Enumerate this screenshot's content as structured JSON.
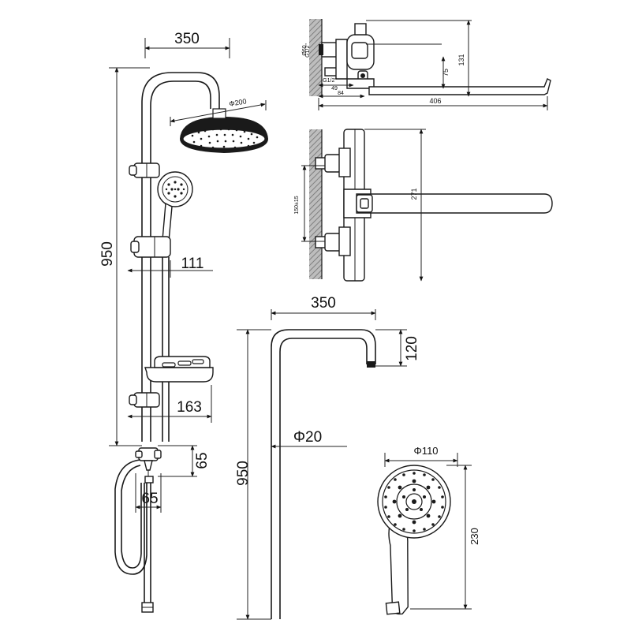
{
  "dims": {
    "a_top_width": "350",
    "a_height": "950",
    "a_headshower": "Φ200",
    "a_slider": "111",
    "a_soapdish": "163",
    "a_div_v": "65",
    "a_div_h": "65",
    "b_faucet_h1": "131",
    "b_faucet_h2": "75",
    "b_faucet_len": "406",
    "b_faucet_84": "84",
    "b_faucet_49": "49",
    "b_faucet_thread1": "G1/2\"",
    "b_faucet_thread2": "G1/2\"",
    "b_faucet_60": "Ø60",
    "c_front_271": "271",
    "c_front_150": "150±15",
    "d_pipe_width": "350",
    "d_pipe_drop": "120",
    "d_pipe_height": "950",
    "d_pipe_dia": "Φ20",
    "e_hand_dia": "Φ110",
    "e_hand_len": "230"
  }
}
